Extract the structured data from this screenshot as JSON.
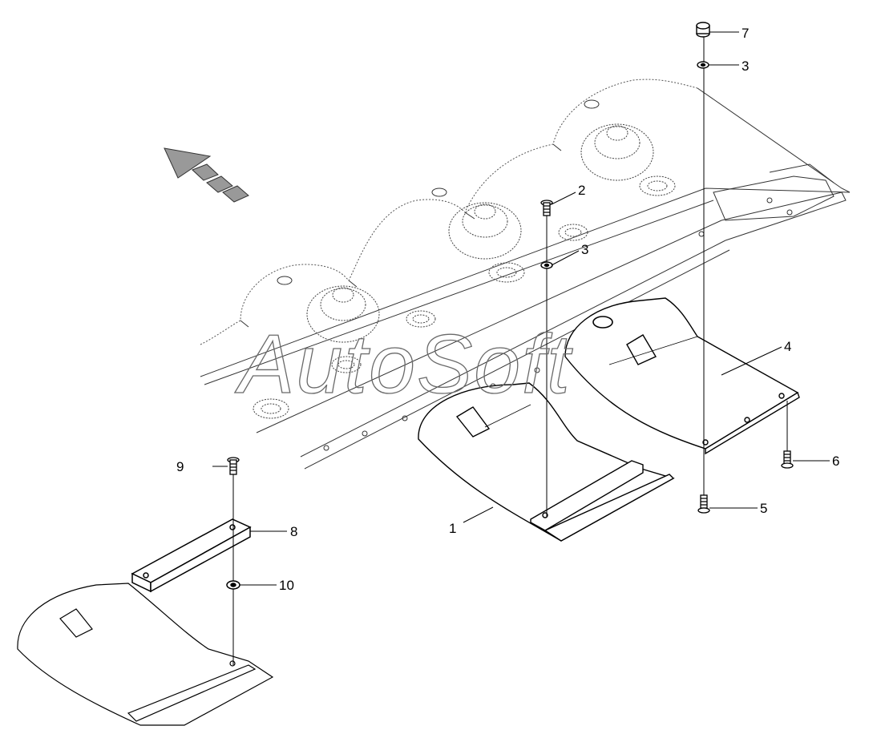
{
  "watermark": "AutoSoft",
  "callouts": [
    "1",
    "2",
    "3",
    "3",
    "4",
    "5",
    "6",
    "7",
    "8",
    "9",
    "10"
  ],
  "colors": {
    "line": "#000000",
    "dotted": "#555555",
    "arrow": "#777777"
  },
  "icons": {
    "direction": "travel-direction-arrow-icon"
  }
}
